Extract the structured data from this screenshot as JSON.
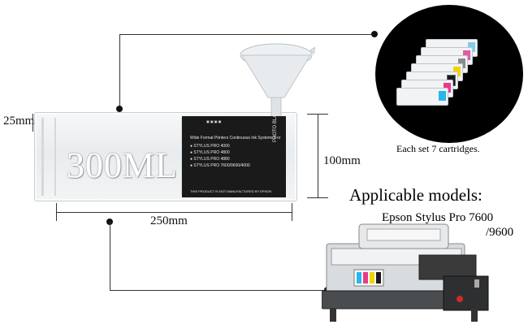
{
  "product": {
    "volume_label": "300ML",
    "dimensions": {
      "height": "25mm",
      "width": "250mm",
      "depth": "100mm"
    },
    "label_text": {
      "header": "Wide Format Printers Continuous Ink Systems For",
      "models": [
        {
          "name": "STYLUS PRO",
          "num": "4000"
        },
        {
          "name": "STYLUS PRO",
          "num": "4800"
        },
        {
          "name": "STYLUS PRO",
          "num": "4880"
        },
        {
          "name": "STYLUS PRO",
          "num": "7600/9600/4000"
        }
      ],
      "color": "PHOTO BLACK",
      "footer": "THIS PRODUCT IS NOT MANUFACTURED BY EPSON"
    }
  },
  "set_caption": "Each set 7 cartridges.",
  "applicable": {
    "title": "Applicable models:",
    "model_line1": "Epson Stylus Pro 7600",
    "model_line2": "/9600"
  },
  "cap_colors": [
    "#29b6e8",
    "#e83a8c",
    "#1a1a1a",
    "#f2d300",
    "#8b8b8b",
    "#e05aa8",
    "#7fcde8"
  ]
}
